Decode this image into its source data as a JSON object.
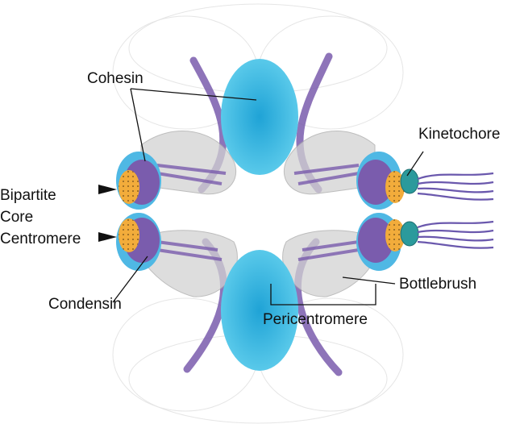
{
  "labels": {
    "cohesin": "Cohesin",
    "kinetochore": "Kinetochore",
    "bipartite_line1": "Bipartite",
    "bipartite_line2": "Core",
    "bipartite_line3": "Centromere",
    "condensin": "Condensin",
    "bottlebrush": "Bottlebrush",
    "pericentromere": "Pericentromere"
  },
  "colors": {
    "cohesin": "#35b6de",
    "condensin_dots": "#4fb8e4",
    "purple": "#7a5cad",
    "core_orange": "#f2ac3b",
    "kinetochore": "#2b9a9c",
    "loops": "#b9b9b9",
    "microtubule": "#6a58ad"
  }
}
